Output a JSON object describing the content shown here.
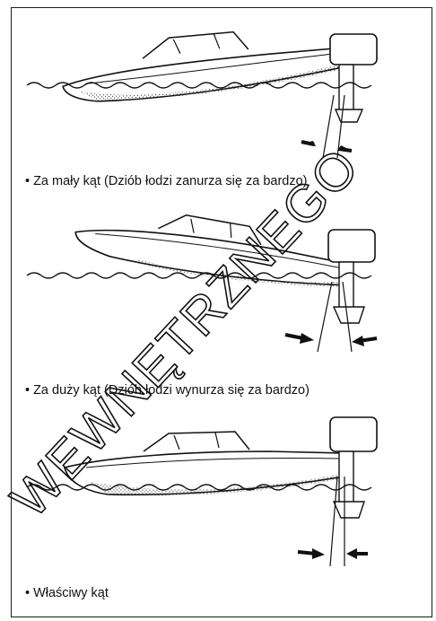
{
  "captions": {
    "too_small": "Za mały kąt (Dziób łodzi zanurza się za bardzo)",
    "too_large": "Za duży kąt (Dziób łodzi wynurza się za bardzo)",
    "correct": "Właściwy kąt"
  },
  "bullet": "•",
  "watermark": {
    "text": "WEWNĘTRZNEGO",
    "color": "#111111"
  }
}
